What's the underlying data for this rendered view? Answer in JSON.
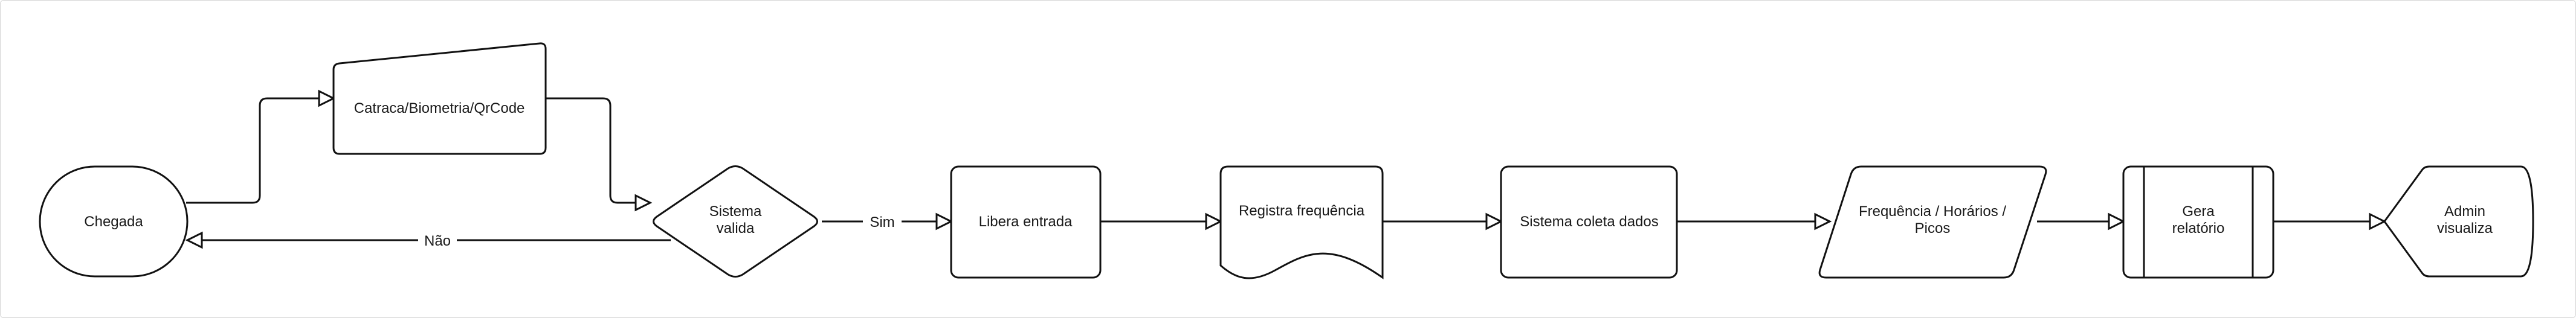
{
  "nodes": {
    "chegada": {
      "label": [
        "Chegada"
      ]
    },
    "catraca": {
      "label": [
        "Catraca/Biometria/QrCode"
      ]
    },
    "sistema_valida": {
      "label": [
        "Sistema",
        "valida"
      ]
    },
    "libera_entrada": {
      "label": [
        "Libera entrada"
      ]
    },
    "registra_frequencia": {
      "label": [
        "Registra frequência"
      ]
    },
    "sistema_coleta": {
      "label": [
        "Sistema coleta dados"
      ]
    },
    "frequencia_horarios": {
      "label": [
        "Frequência / Horários /",
        "Picos"
      ]
    },
    "gera_relatorio": {
      "label": [
        "Gera",
        "relatório"
      ]
    },
    "admin_visualiza": {
      "label": [
        "Admin",
        "visualiza"
      ]
    }
  },
  "edges": {
    "sim": {
      "label": "Sim"
    },
    "nao": {
      "label": "Não"
    }
  },
  "colors": {
    "stroke": "#111111",
    "fill": "#ffffff",
    "frame": "#d6d6d6"
  }
}
